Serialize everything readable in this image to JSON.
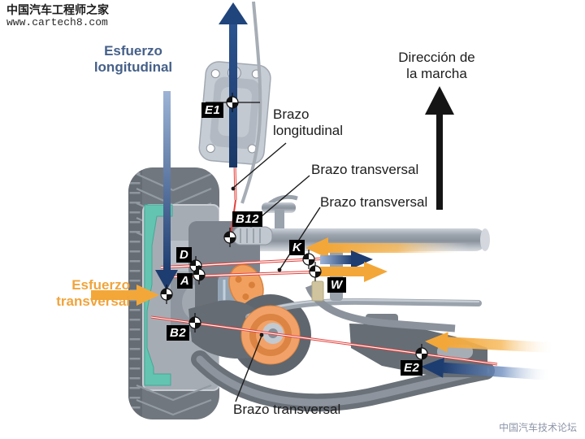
{
  "watermarks": {
    "top_line1": "中国汽车工程师之家",
    "top_line2": "www.cartech8.com",
    "bottom": "中国汽车技术论坛"
  },
  "labels": {
    "esfuerzo_longitudinal_1": "Esfuerzo",
    "esfuerzo_longitudinal_2": "longitudinal",
    "direccion_1": "Dirección de",
    "direccion_2": "la marcha",
    "brazo_longitudinal_1": "Brazo",
    "brazo_longitudinal_2": "longitudinal",
    "brazo_transversal_upper": "Brazo transversal",
    "brazo_transversal_mid": "Brazo transversal",
    "brazo_transversal_bottom": "Brazo transversal",
    "esfuerzo_transversal_1": "Esfuerzo",
    "esfuerzo_transversal_2": "transversal"
  },
  "markers": {
    "e1": "E1",
    "b12": "B12",
    "d": "D",
    "a": "A",
    "k": "K",
    "w": "W",
    "b2": "B2",
    "e2": "E2"
  },
  "colors": {
    "force_longitudinal_blue": "#1d3c70",
    "force_transversal_orange": "#f3a738",
    "direction_black": "#141414",
    "axis_line_red": "#e2413b",
    "bushing_orange": "#f2a268",
    "rim_section_teal": "#63c4b1"
  }
}
